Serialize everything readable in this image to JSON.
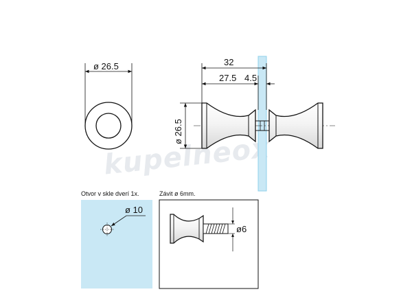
{
  "watermark": "kupelneox",
  "front_view": {
    "diameter_label": "ø 26.5"
  },
  "side_view": {
    "length_label": "32",
    "body_length_label": "27.5",
    "glass_label": "4.5",
    "height_label": "ø 26.5"
  },
  "hole_detail": {
    "caption": "Otvor v skle dverí 1x.",
    "hole_label": "ø 10"
  },
  "thread_detail": {
    "caption": "Závit ø 6mm.",
    "thread_label": "ø6"
  },
  "colors": {
    "glass": "#c9e8f5",
    "glass_edge": "#8fd0ea",
    "line": "#111111"
  }
}
